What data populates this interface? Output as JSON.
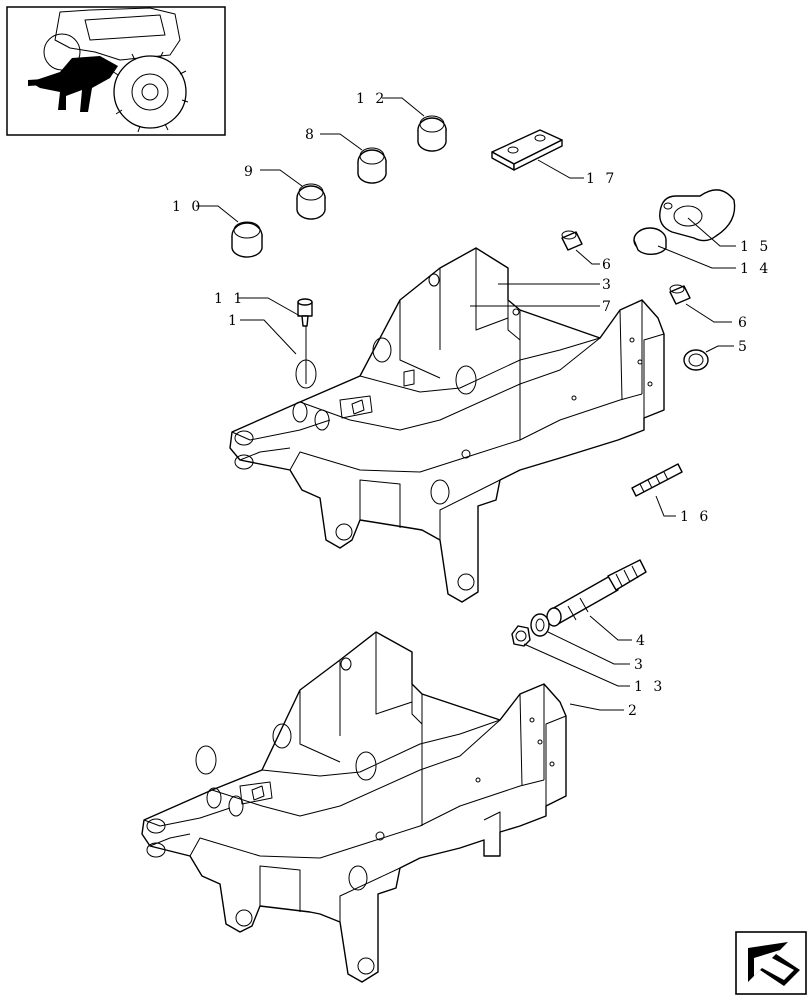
{
  "diagram": {
    "callouts": [
      {
        "id": "12",
        "label": "1 2"
      },
      {
        "id": "8",
        "label": "8"
      },
      {
        "id": "9",
        "label": "9"
      },
      {
        "id": "10",
        "label": "1 0"
      },
      {
        "id": "17",
        "label": "1 7"
      },
      {
        "id": "15",
        "label": "1 5"
      },
      {
        "id": "14",
        "label": "1 4"
      },
      {
        "id": "6a",
        "label": "6"
      },
      {
        "id": "3a",
        "label": "3"
      },
      {
        "id": "7",
        "label": "7"
      },
      {
        "id": "11",
        "label": "1 1"
      },
      {
        "id": "1",
        "label": "1"
      },
      {
        "id": "6b",
        "label": "6"
      },
      {
        "id": "5",
        "label": "5"
      },
      {
        "id": "16",
        "label": "1 6"
      },
      {
        "id": "4",
        "label": "4"
      },
      {
        "id": "3b",
        "label": "3"
      },
      {
        "id": "13",
        "label": "1 3"
      },
      {
        "id": "2",
        "label": "2"
      }
    ],
    "thumbnail_icon": "tractor-location-icon",
    "nav_icon": "next-page-arrow-icon"
  }
}
